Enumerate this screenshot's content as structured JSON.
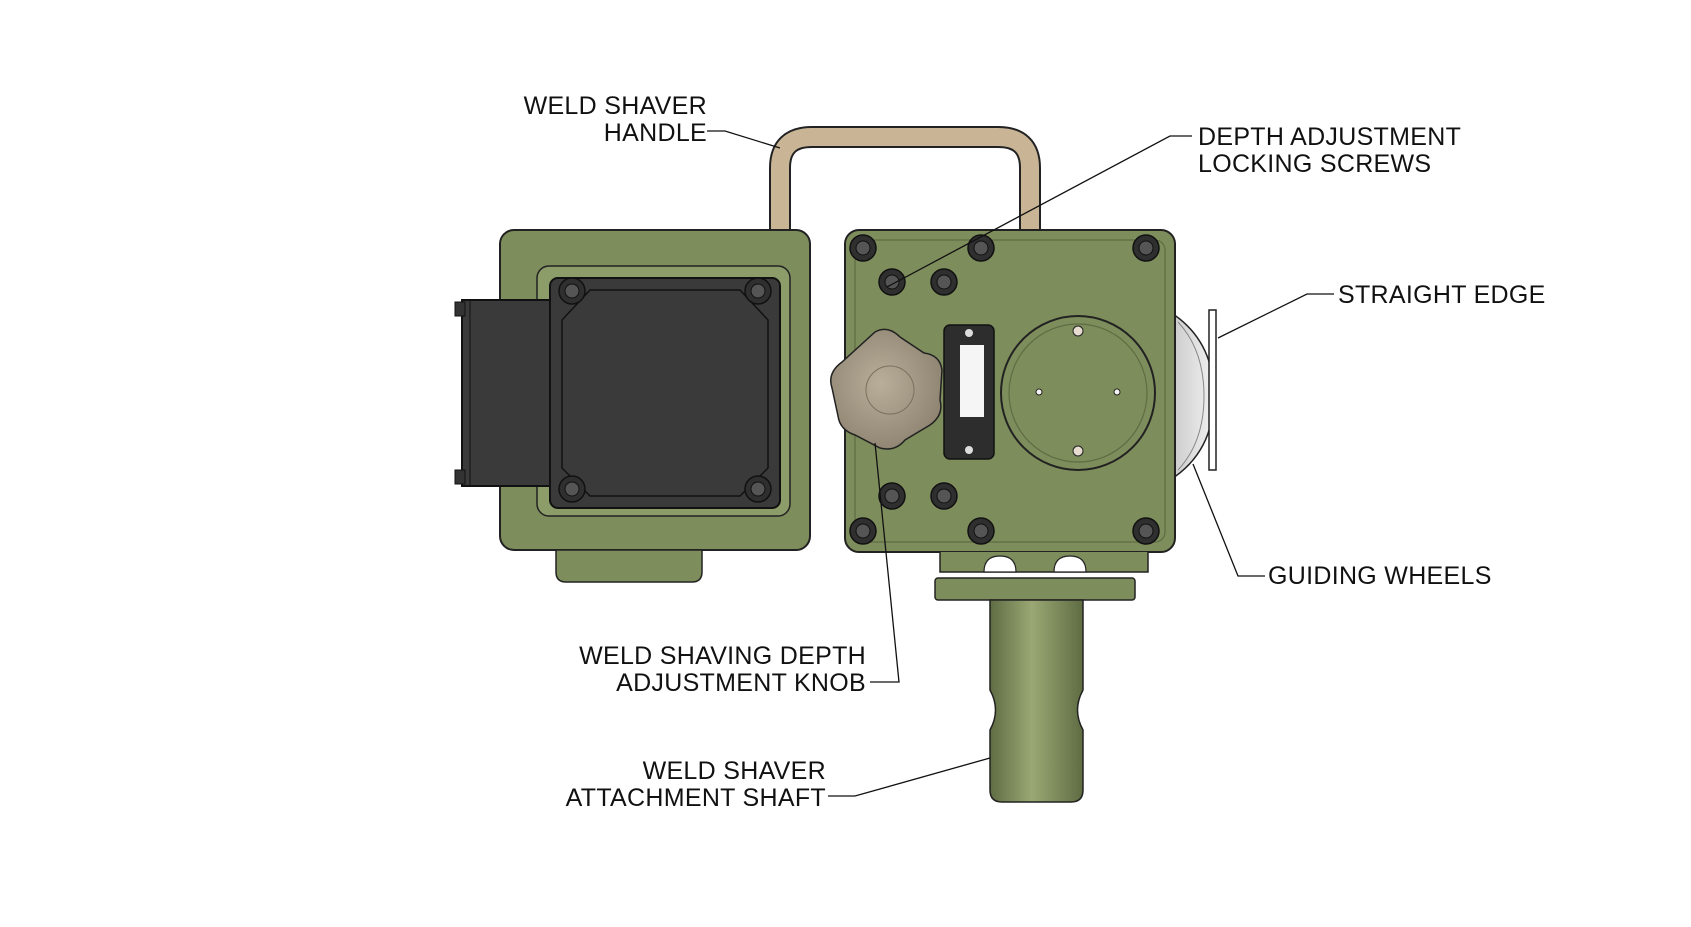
{
  "colors": {
    "body_green": "#7e8d5c",
    "body_green_dark": "#5f6c43",
    "body_green_light": "#8d9d69",
    "handle_tan": "#c9b596",
    "cover_dark": "#3a3a3a",
    "knob_tan": "#a59a86",
    "outline": "#222222"
  },
  "icons": {
    "fastener": "hex-socket-screw",
    "knob": "star-knob",
    "nameplate": "name-plate"
  },
  "callouts": {
    "handle": {
      "line1": "WELD SHAVER",
      "line2": "HANDLE"
    },
    "locking_screws": {
      "line1": "DEPTH ADJUSTMENT",
      "line2": "LOCKING SCREWS"
    },
    "straight_edge": {
      "line1": "STRAIGHT EDGE"
    },
    "guiding_wheels": {
      "line1": "GUIDING WHEELS"
    },
    "depth_knob": {
      "line1": "WELD SHAVING DEPTH",
      "line2": "ADJUSTMENT KNOB"
    },
    "attachment_shaft": {
      "line1": "WELD SHAVER",
      "line2": "ATTACHMENT SHAFT"
    }
  }
}
